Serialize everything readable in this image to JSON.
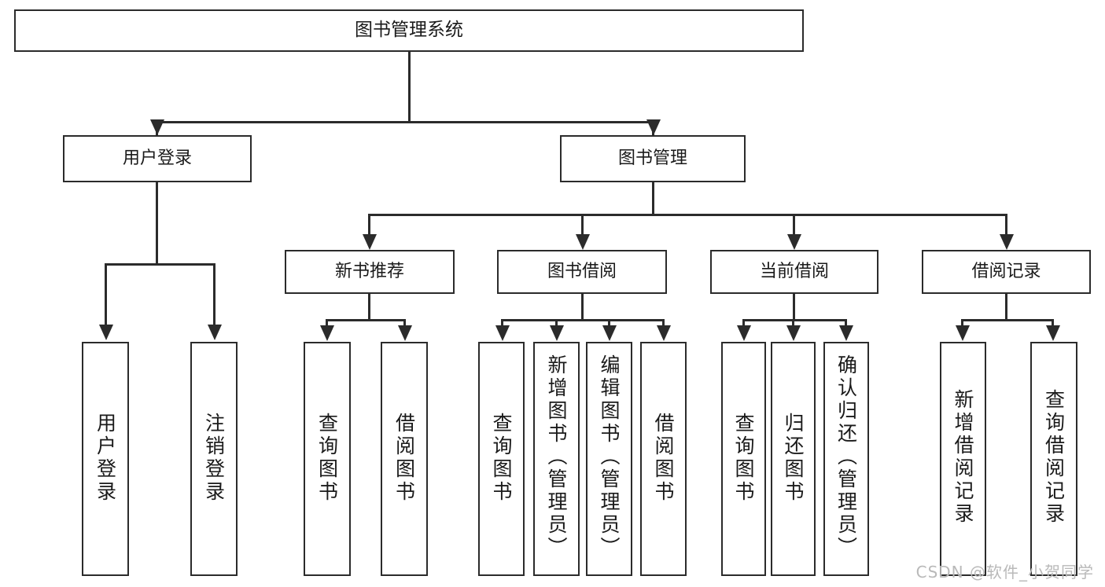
{
  "diagram": {
    "title": "图书管理系统",
    "type": "hierarchy-tree",
    "watermark": "CSDN @软件_小贺同学",
    "colors": {
      "stroke": "#2b2b2b",
      "fill": "#ffffff",
      "text": "#1a1a1a",
      "watermark": "#b9b9b9"
    },
    "root": {
      "label": "图书管理系统"
    },
    "level1": [
      {
        "id": "login",
        "label": "用户登录"
      },
      {
        "id": "bookmgr",
        "label": "图书管理"
      }
    ],
    "level2": [
      {
        "id": "newbook",
        "label": "新书推荐",
        "parent": "bookmgr"
      },
      {
        "id": "borrow",
        "label": "图书借阅",
        "parent": "bookmgr"
      },
      {
        "id": "current",
        "label": "当前借阅",
        "parent": "bookmgr"
      },
      {
        "id": "record",
        "label": "借阅记录",
        "parent": "bookmgr"
      }
    ],
    "leaves": [
      {
        "id": "userlogin",
        "label": "用户登录",
        "parent": "login"
      },
      {
        "id": "logout",
        "label": "注销登录",
        "parent": "login"
      },
      {
        "id": "nb-query",
        "label": "查询图书",
        "parent": "newbook"
      },
      {
        "id": "nb-borrow",
        "label": "借阅图书",
        "parent": "newbook"
      },
      {
        "id": "bo-query",
        "label": "查询图书",
        "parent": "borrow"
      },
      {
        "id": "bo-add",
        "label": "新增图书（管理员）",
        "parent": "borrow"
      },
      {
        "id": "bo-edit",
        "label": "编辑图书（管理员）",
        "parent": "borrow"
      },
      {
        "id": "bo-borrow",
        "label": "借阅图书",
        "parent": "borrow"
      },
      {
        "id": "cu-query",
        "label": "查询图书",
        "parent": "current"
      },
      {
        "id": "cu-return",
        "label": "归还图书",
        "parent": "current"
      },
      {
        "id": "cu-confirm",
        "label": "确认归还（管理员）",
        "parent": "current"
      },
      {
        "id": "rc-add",
        "label": "新增借阅记录",
        "parent": "record"
      },
      {
        "id": "rc-query",
        "label": "查询借阅记录",
        "parent": "record"
      }
    ]
  }
}
